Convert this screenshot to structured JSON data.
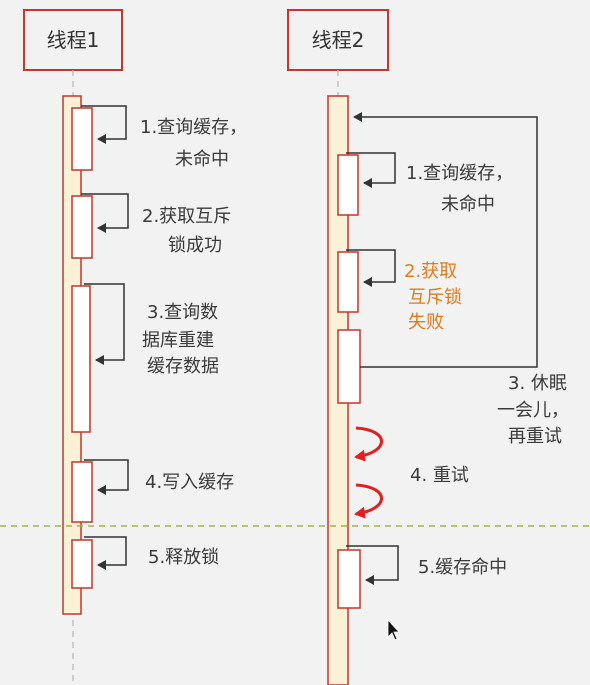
{
  "lanes": [
    {
      "id": "thread1",
      "title": "线程1"
    },
    {
      "id": "thread2",
      "title": "线程2"
    }
  ],
  "thread1_steps": [
    {
      "lines": [
        "1.查询缓存，",
        "未命中"
      ]
    },
    {
      "lines": [
        "2.获取互斥",
        "锁成功"
      ]
    },
    {
      "lines": [
        "3.查询数",
        "据库重建",
        "缓存数据"
      ]
    },
    {
      "lines": [
        "4.写入缓存"
      ]
    },
    {
      "lines": [
        "5.释放锁"
      ]
    }
  ],
  "thread2_steps": [
    {
      "lines": [
        "1.查询缓存，",
        "未命中"
      ]
    },
    {
      "lines": [
        "2.获取",
        "互斥锁",
        "失败"
      ],
      "highlight": true
    },
    {
      "lines": [
        "3. 休眠",
        "一会儿，",
        "再重试"
      ]
    },
    {
      "lines": [
        "4. 重试"
      ]
    },
    {
      "lines": [
        "5.缓存命中"
      ]
    }
  ],
  "colors": {
    "box_border": "#c0392b",
    "lifeline_fill": "#fbf1d6",
    "arrow": "#333333",
    "retry_arrow": "#e02020",
    "divider": "#9bbb3a",
    "highlight_text": "#e07b1e"
  }
}
